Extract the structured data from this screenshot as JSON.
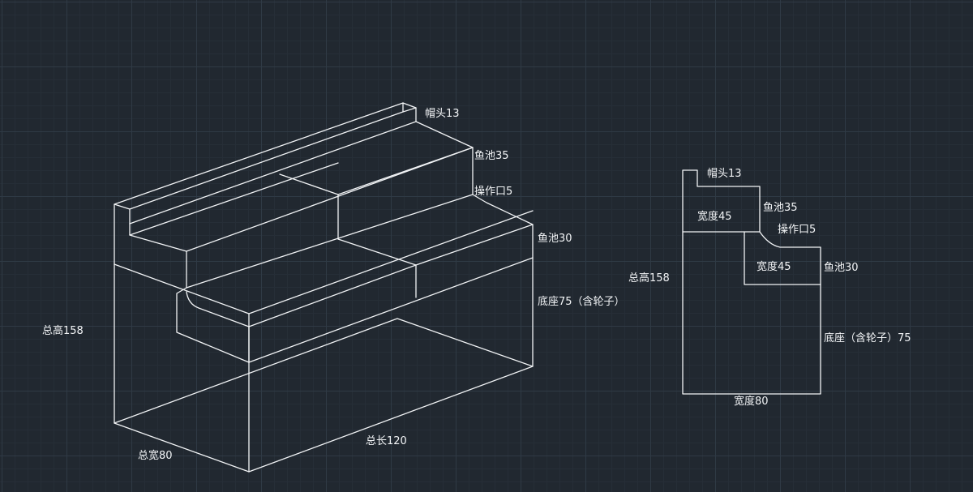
{
  "isometric": {
    "cap": "帽头13",
    "pool_upper": "鱼池35",
    "operation_port": "操作口5",
    "pool_lower": "鱼池30",
    "base": "底座75（含轮子）",
    "total_height": "总高158",
    "total_width": "总宽80",
    "total_length": "总长120"
  },
  "section": {
    "cap": "帽头13",
    "width_upper": "宽度45",
    "pool_upper": "鱼池35",
    "operation_port": "操作口5",
    "width_lower": "宽度45",
    "pool_lower": "鱼池30",
    "total_height": "总高158",
    "base": "底座（含轮子）75",
    "width_total": "宽度80"
  },
  "colors": {
    "background": "#212830",
    "grid": "#2f3a45",
    "lines": "#f2f4f6"
  }
}
